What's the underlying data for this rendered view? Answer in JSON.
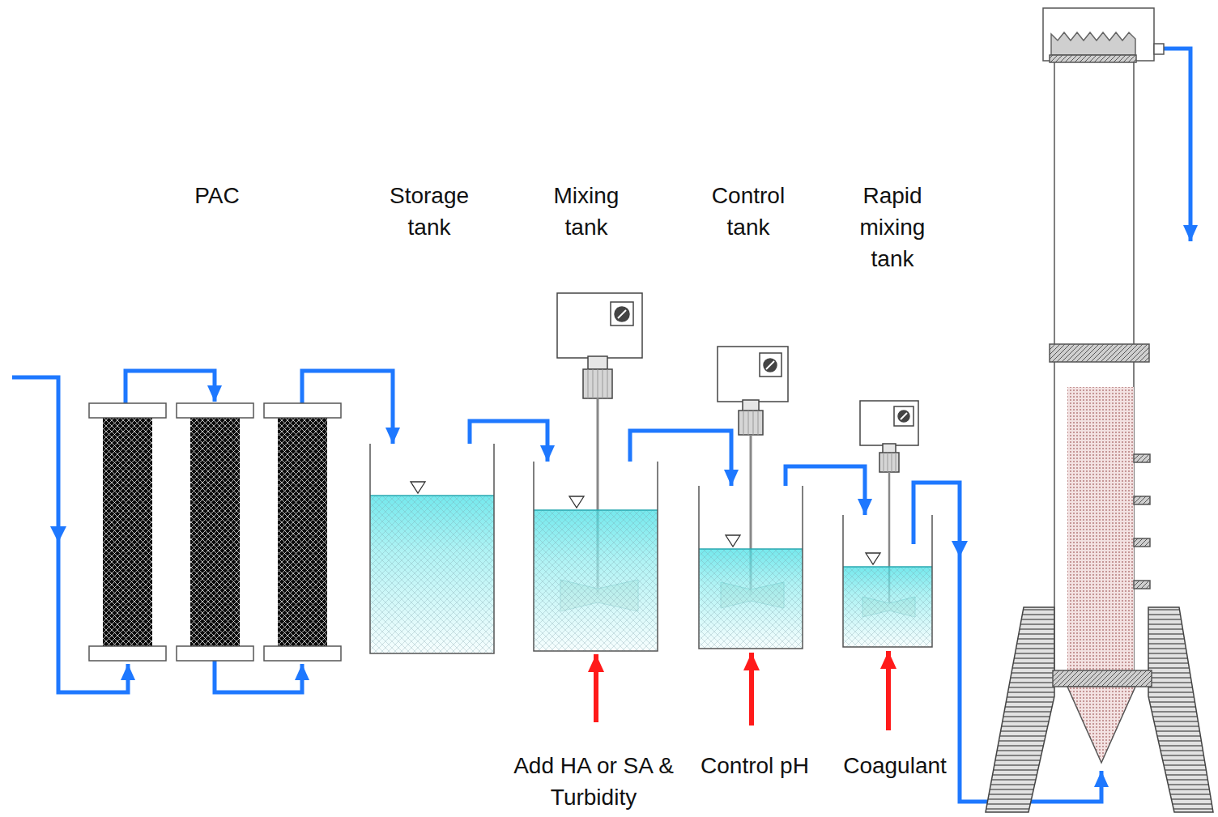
{
  "diagram": {
    "nodes": [
      {
        "text": [
          "PAC"
        ]
      },
      {
        "text": [
          "Storage tank"
        ]
      },
      {
        "text": [
          "Mixing tank"
        ]
      },
      {
        "text": [
          "Control tank"
        ]
      },
      {
        "text": [
          "Rapid mixing tank"
        ]
      }
    ],
    "edges": [
      {
        "from": 0,
        "to": 1,
        "arrow": "to"
      },
      {
        "from": 1,
        "to": 2,
        "arrow": "to"
      },
      {
        "from": 2,
        "to": 3,
        "arrow": "to"
      },
      {
        "from": 3,
        "to": 4,
        "arrow": "to"
      }
    ],
    "labels": [
      "Add HA or SA & Turbidity",
      "Control pH",
      "Coagulant"
    ]
  }
}
